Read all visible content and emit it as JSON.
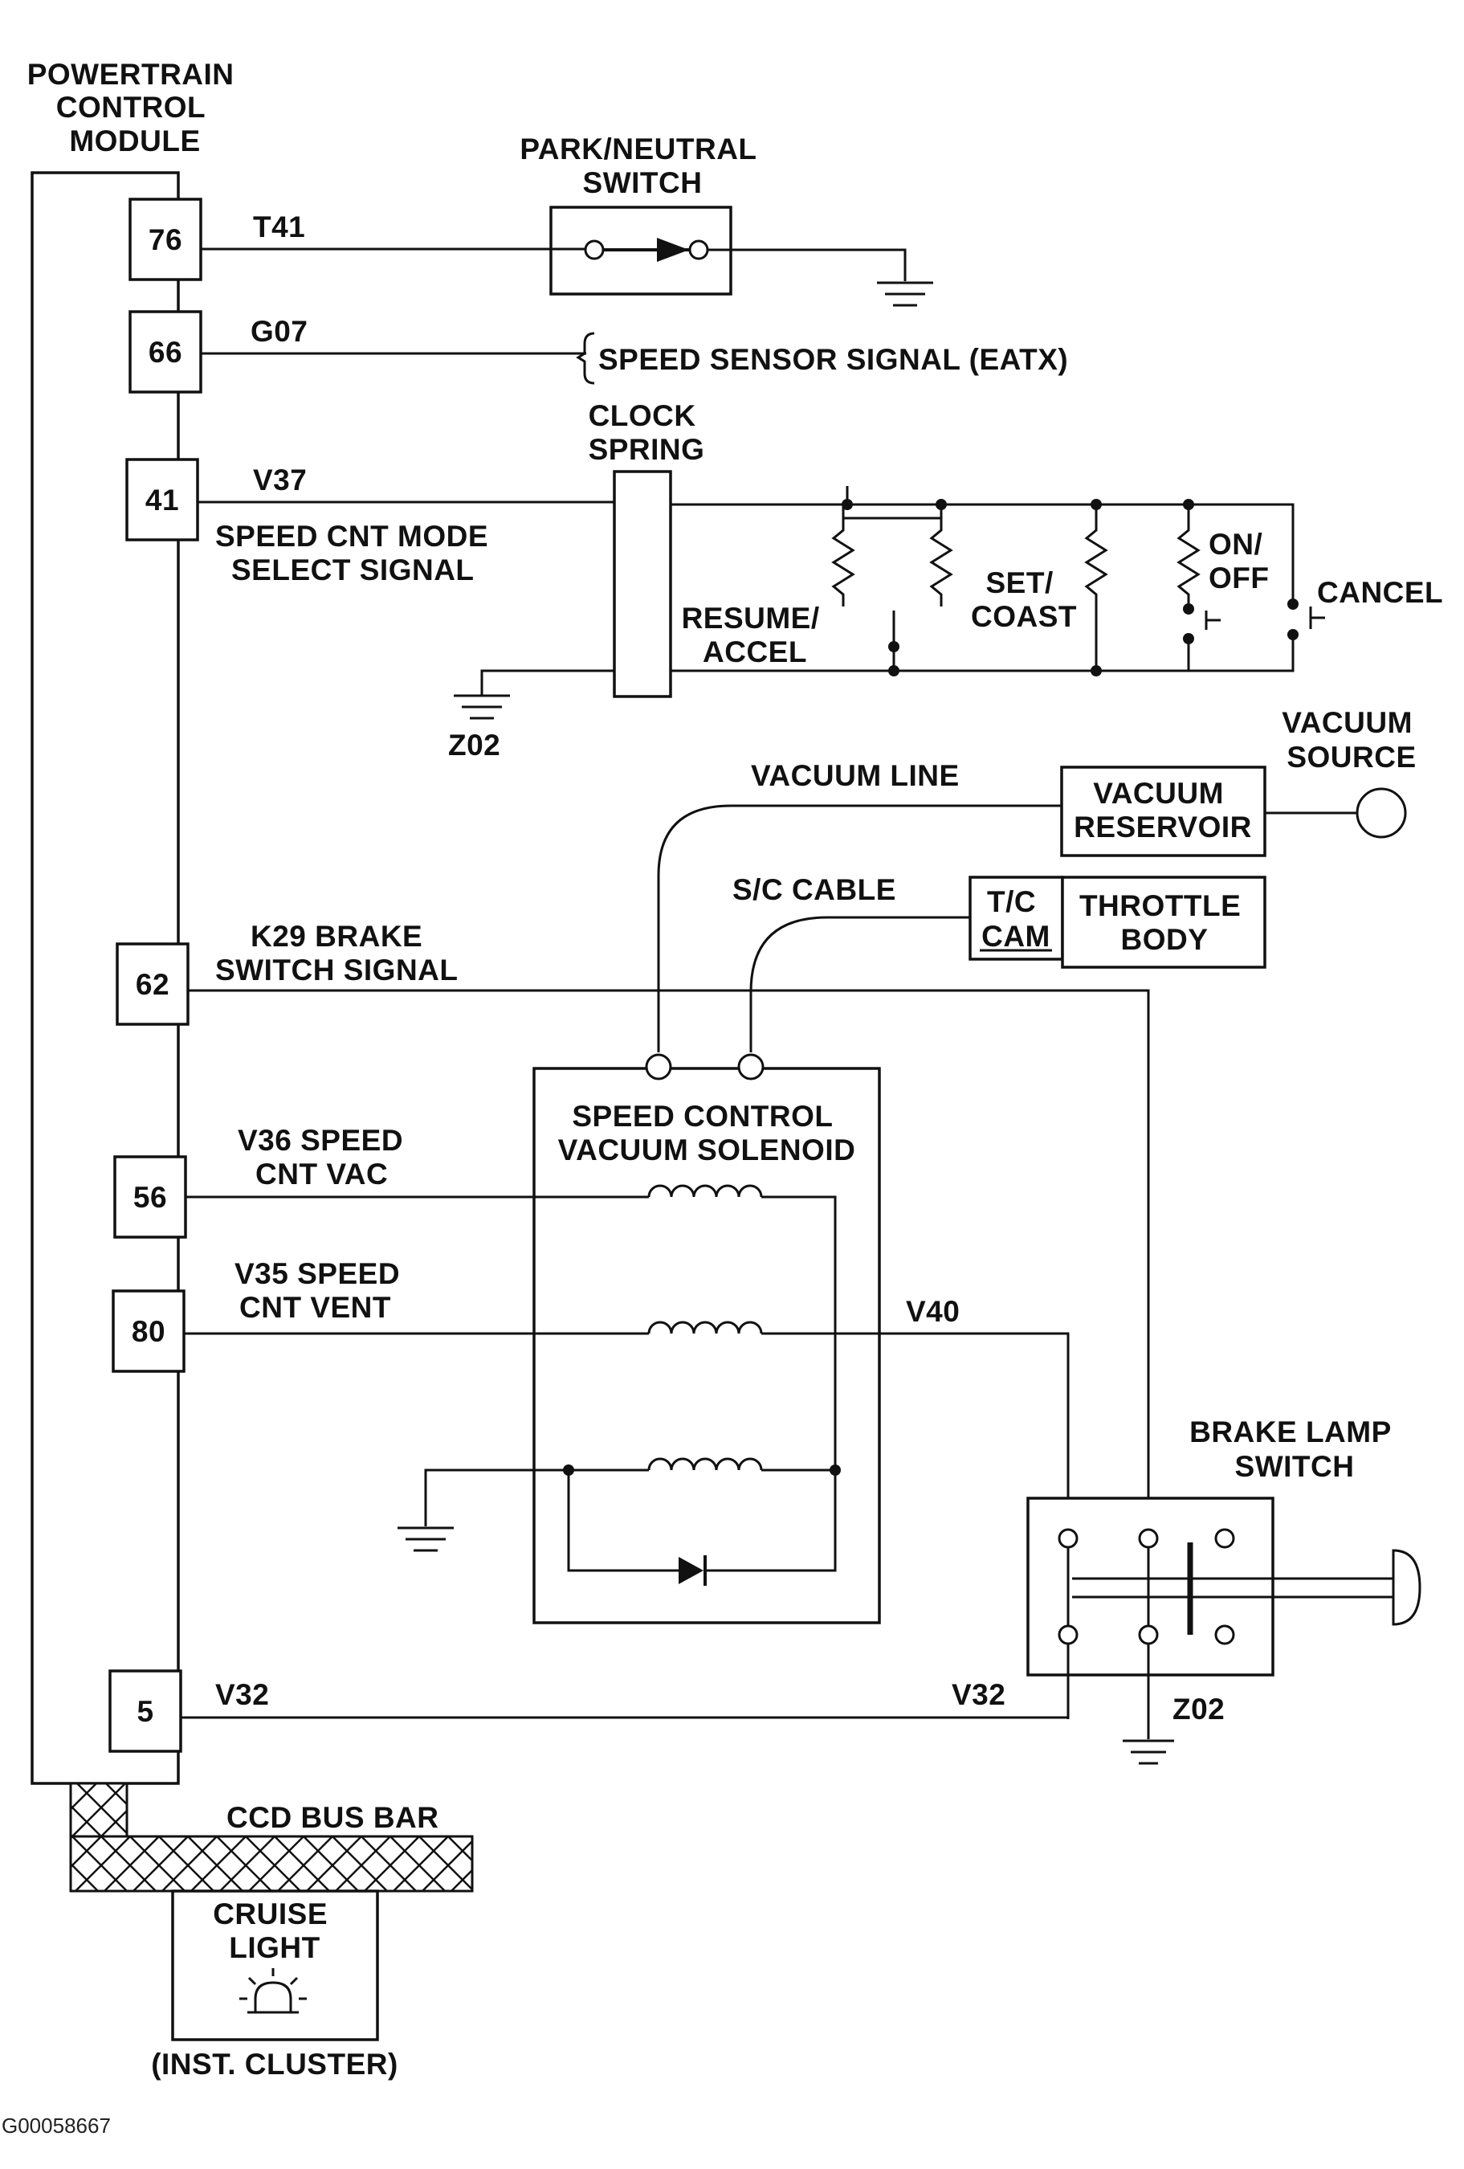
{
  "pcm": {
    "title_lines": [
      "POWERTRAIN",
      "CONTROL",
      "MODULE"
    ],
    "pins": {
      "p76": "76",
      "p66": "66",
      "p41": "41",
      "p62": "62",
      "p56": "56",
      "p80": "80",
      "p5": "5"
    }
  },
  "wires": {
    "t41": "T41",
    "g07": "G07",
    "v37": "V37",
    "v37_desc_lines": [
      "SPEED CNT MODE",
      "SELECT SIGNAL"
    ],
    "k29_lines": [
      "K29 BRAKE",
      "SWITCH SIGNAL"
    ],
    "v36_lines": [
      "V36 SPEED",
      "CNT VAC"
    ],
    "v35_lines": [
      "V35 SPEED",
      "CNT VENT"
    ],
    "v40": "V40",
    "v32_left": "V32",
    "v32_right": "V32",
    "vacuum_line": "VACUUM LINE",
    "sc_cable": "S/C CABLE"
  },
  "components": {
    "park_neutral_lines": [
      "PARK/NEUTRAL",
      "SWITCH"
    ],
    "speed_sensor": "SPEED SENSOR SIGNAL (EATX)",
    "clock_spring_lines": [
      "CLOCK",
      "SPRING"
    ],
    "resume_lines": [
      "RESUME/",
      "ACCEL"
    ],
    "set_lines": [
      "SET/",
      "COAST"
    ],
    "onoff_lines": [
      "ON/",
      "OFF"
    ],
    "cancel": "CANCEL",
    "z02_top": "Z02",
    "vacuum_source_lines": [
      "VACUUM",
      "SOURCE"
    ],
    "vacuum_reservoir_lines": [
      "VACUUM",
      "RESERVOIR"
    ],
    "tc_cam_lines": [
      "T/C",
      "CAM"
    ],
    "throttle_body_lines": [
      "THROTTLE",
      "BODY"
    ],
    "solenoid_lines": [
      "SPEED CONTROL",
      "VACUUM SOLENOID"
    ],
    "brake_lamp_lines": [
      "BRAKE LAMP",
      "SWITCH"
    ],
    "z02_bottom": "Z02",
    "ccd_bus_bar": "CCD BUS BAR",
    "cruise_light_lines": [
      "CRUISE",
      "LIGHT"
    ],
    "inst_cluster": "(INST. CLUSTER)"
  },
  "figure_code": "G00058667"
}
